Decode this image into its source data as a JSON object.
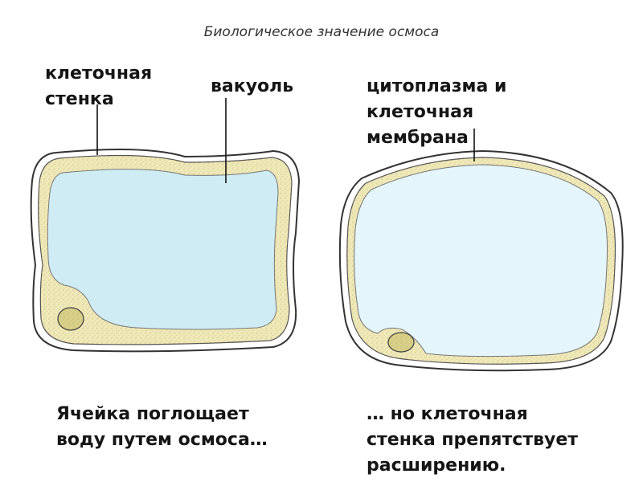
{
  "title": "Биологическое значение осмоса",
  "labels": {
    "cell_wall": [
      "клеточная",
      "стенка"
    ],
    "vacuole": "вакуоль",
    "cytoplasm_membrane": [
      "цитоплазма и",
      "клеточная",
      "мембрана"
    ]
  },
  "captions": {
    "left": [
      "Ячейка поглощает",
      "воду путем осмоса…"
    ],
    "right": [
      "… но  клеточная",
      "стенка препятствует",
      "расширению."
    ]
  },
  "colors": {
    "cytoplasm": "#efe8b8",
    "vacuole_left": "#cfecf5",
    "vacuole_right": "#e4f5fb",
    "nucleus": "#d8cf88",
    "outline": "#333333"
  }
}
